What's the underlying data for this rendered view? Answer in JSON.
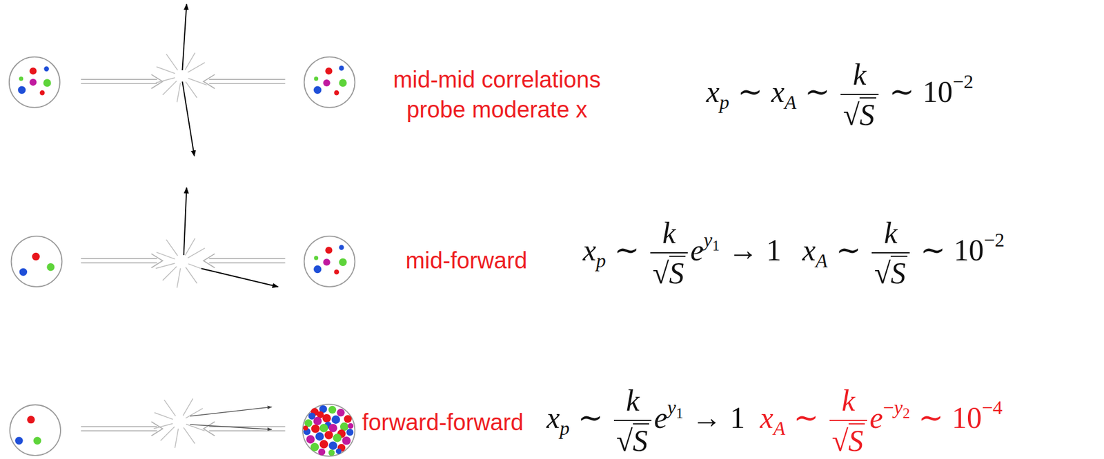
{
  "diagram": {
    "labels": [
      "mid-mid correlations probe moderate x",
      "x",
      "p",
      "∼",
      "x",
      "A",
      "∼",
      "k",
      "√",
      "S",
      "∼",
      "10",
      "−2",
      "mid-forward",
      "x",
      "p",
      "∼",
      "k",
      "√",
      "S",
      "e",
      "y",
      "1",
      "→",
      "1",
      "x",
      "A",
      "∼",
      "k",
      "√",
      "S",
      "∼",
      "10",
      "−2",
      "forward-forward",
      "x",
      "p",
      "∼",
      "k",
      "√",
      "S",
      "e",
      "y",
      "1",
      "→",
      "1",
      "x",
      "A",
      "∼",
      "k",
      "√",
      "S",
      "e",
      "−",
      "y",
      "2",
      "∼",
      "10",
      "−4"
    ]
  }
}
